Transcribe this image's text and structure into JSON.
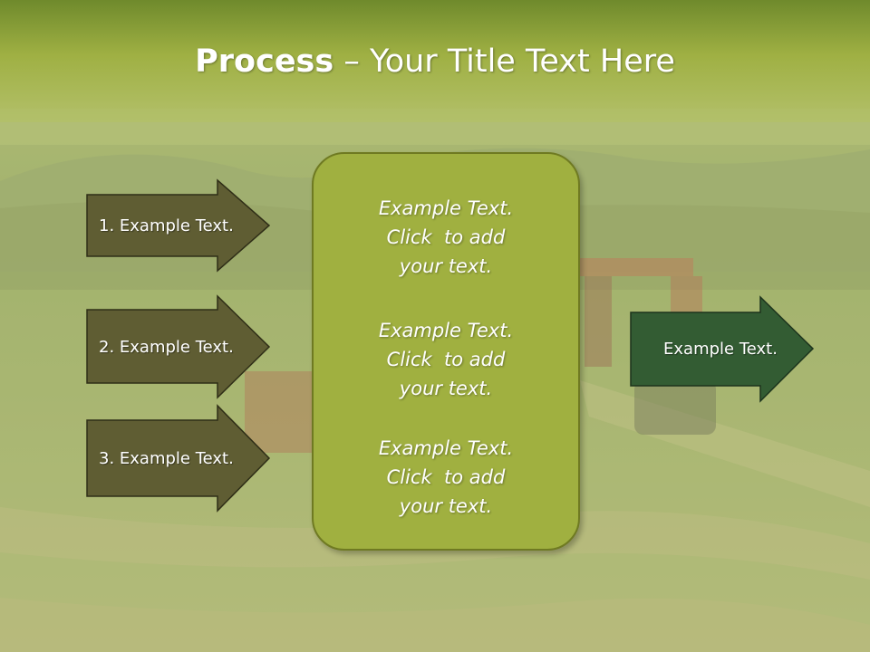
{
  "title": {
    "bold": "Process",
    "separator": " – ",
    "rest": "Your Title Text Here"
  },
  "colors": {
    "title_band": "#a3b541",
    "left_arrow_fill": "#5f5d33",
    "right_arrow_fill": "#335c33",
    "center_box_fill": "#a0b040",
    "center_box_border": "#6f7a22"
  },
  "steps": [
    {
      "label": "1. Example Text."
    },
    {
      "label": "2. Example Text."
    },
    {
      "label": "3. Example Text."
    }
  ],
  "center_blocks": [
    {
      "line1": "Example Text.",
      "line2": "Click  to add",
      "line3": "your text."
    },
    {
      "line1": "Example Text.",
      "line2": "Click  to add",
      "line3": "your text."
    },
    {
      "line1": "Example Text.",
      "line2": "Click  to add",
      "line3": "your text."
    }
  ],
  "output": {
    "label": "Example Text."
  }
}
